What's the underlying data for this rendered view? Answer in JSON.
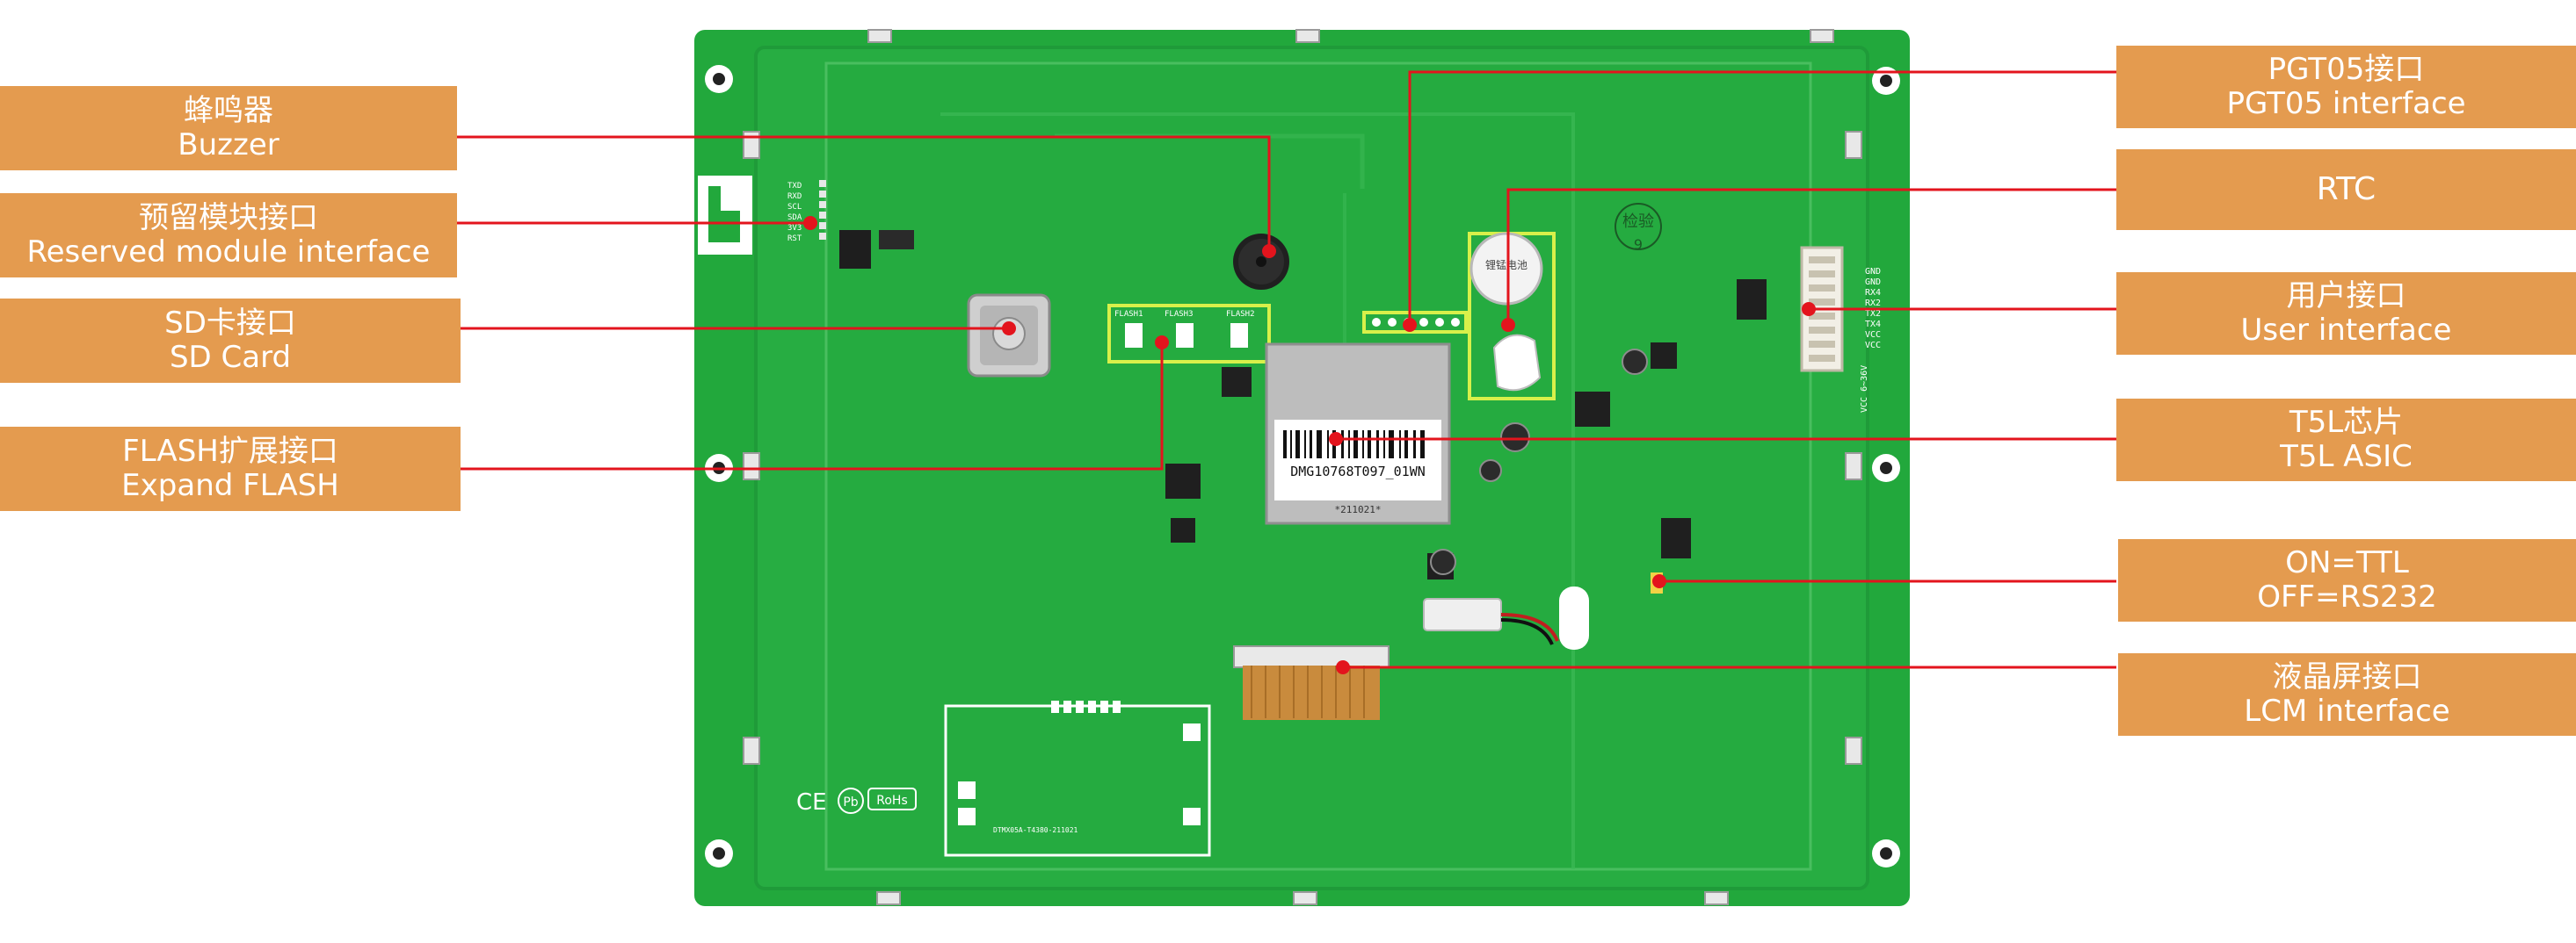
{
  "colors": {
    "pcb_green": "#22a83c",
    "callout_bg": "#e49b4f",
    "callout_text": "#ffffff",
    "leader_line": "#e3141d",
    "highlight_box": "#d8f04a"
  },
  "icons": [
    "buzzer-icon",
    "sd-card-slot-icon",
    "rtc-battery-icon",
    "t5l-chip-icon",
    "lcd-connector-icon",
    "user-connector-icon",
    "ce-mark-icon",
    "pb-free-icon",
    "rohs-mark-icon"
  ],
  "board": {
    "header_pins": [
      "TXD",
      "RXD",
      "SCL",
      "SDA",
      "3V3",
      "RST"
    ],
    "user_pins": [
      "GND",
      "GND",
      "RX4",
      "RX2",
      "TX2",
      "TX4",
      "VCC",
      "VCC"
    ],
    "power_label": "VCC 6~36V",
    "flash_labels": [
      "FLASH1",
      "FLASH3",
      "FLASH2"
    ],
    "chip_label": "DMG10768T097_01WN",
    "chip_sub_label": "*211021*",
    "battery_label": "锂锰电池",
    "stamp_text": "检验",
    "stamp_number": "9",
    "marks": {
      "ce": "CE",
      "pb": "Pb",
      "rohs": "RoHs"
    },
    "silk_bottom": "DTMX05A-T4380-211021"
  },
  "callouts_left": [
    {
      "zh": "蜂鸣器",
      "en": "Buzzer"
    },
    {
      "zh": "预留模块接口",
      "en": "Reserved module interface"
    },
    {
      "zh": "SD卡接口",
      "en": "SD Card"
    },
    {
      "zh": "FLASH扩展接口",
      "en": "Expand FLASH"
    }
  ],
  "callouts_right": [
    {
      "zh": "PGT05接口",
      "en": "PGT05 interface"
    },
    {
      "zh": "",
      "en": "RTC"
    },
    {
      "zh": "用户接口",
      "en": "User interface"
    },
    {
      "zh": "T5L芯片",
      "en": "T5L ASIC"
    },
    {
      "zh": "ON=TTL",
      "en": "OFF=RS232"
    },
    {
      "zh": "液晶屏接口",
      "en": "LCM interface"
    }
  ]
}
